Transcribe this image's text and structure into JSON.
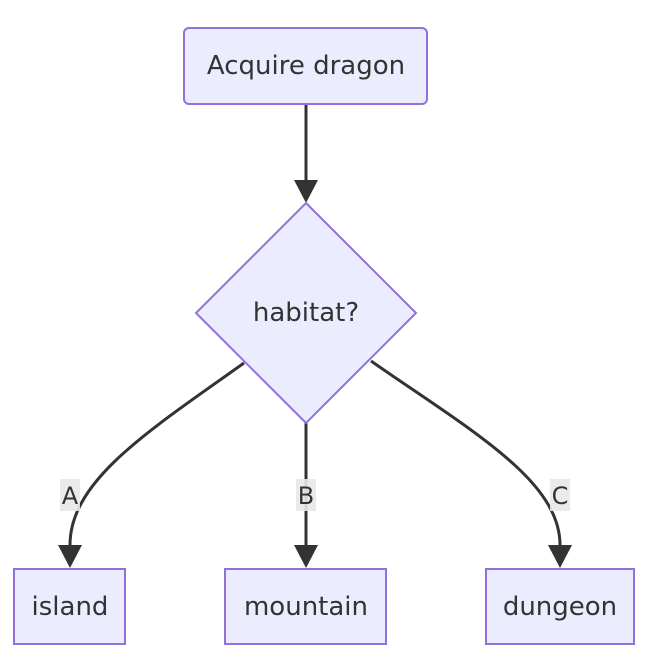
{
  "nodes": {
    "start": {
      "label": "Acquire dragon"
    },
    "decision": {
      "label": "habitat?"
    },
    "island": {
      "label": "island"
    },
    "mountain": {
      "label": "mountain"
    },
    "dungeon": {
      "label": "dungeon"
    }
  },
  "edges": {
    "a": {
      "label": "A"
    },
    "b": {
      "label": "B"
    },
    "c": {
      "label": "C"
    }
  },
  "colors": {
    "node_fill": "#ECECFF",
    "node_stroke": "#9370DB",
    "edge": "#333333",
    "edge_label_bg": "#e8e8e8"
  }
}
